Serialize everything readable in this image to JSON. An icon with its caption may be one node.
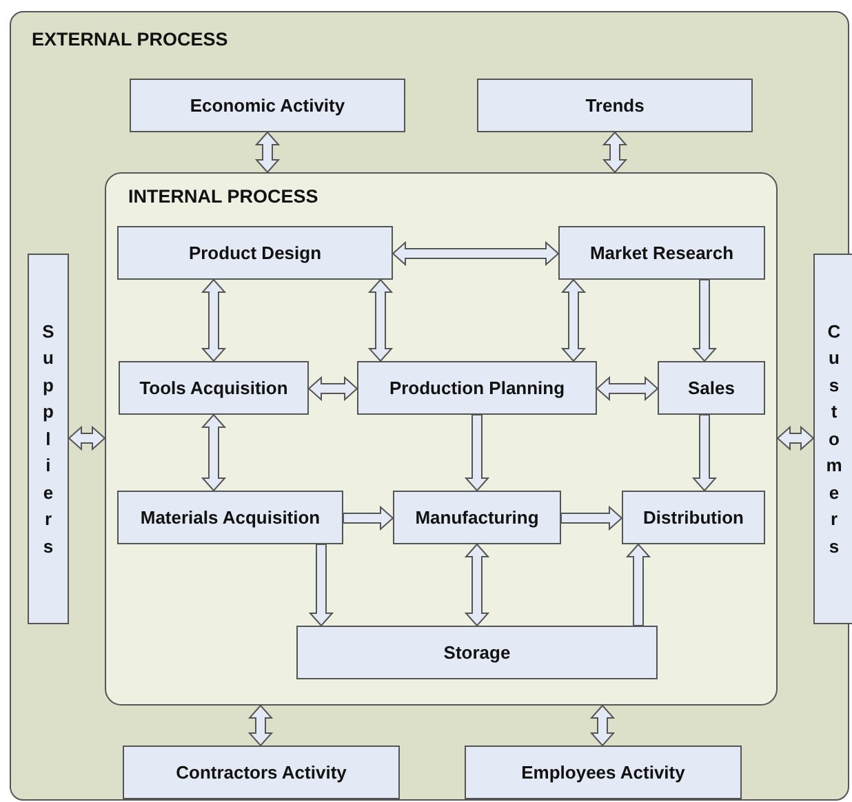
{
  "diagram": {
    "nodes": [
      {
        "text": [
          "EXTERNAL PROCESS"
        ]
      },
      {
        "text": [
          "Economic Activity"
        ],
        "in": 0
      },
      {
        "text": [
          "Trends"
        ],
        "in": 0
      },
      {
        "text": [
          "INTERNAL PROCESS"
        ],
        "in": 0
      },
      {
        "text": [
          "Product Design"
        ],
        "in": 3
      },
      {
        "text": [
          "Market Research"
        ],
        "in": 3
      },
      {
        "text": [
          "Suppliers"
        ],
        "in": 0
      },
      {
        "text": [
          "Tools Acquisition"
        ],
        "in": 3
      },
      {
        "text": [
          "Production Planning"
        ],
        "in": 3
      },
      {
        "text": [
          "Sales"
        ],
        "in": 3
      },
      {
        "text": [
          "Customers"
        ],
        "in": 0
      },
      {
        "text": [
          "Materials Acquisition"
        ],
        "in": 3
      },
      {
        "text": [
          "Manufacturing"
        ],
        "in": 3
      },
      {
        "text": [
          "Distribution"
        ],
        "in": 3
      },
      {
        "text": [
          "Storage"
        ],
        "in": 3
      },
      {
        "text": [
          "Contractors Activity"
        ],
        "in": 0
      },
      {
        "text": [
          "Employees Activity"
        ],
        "in": 0
      }
    ],
    "edges": [
      {
        "from": 1,
        "to": 3,
        "arrow": "both"
      },
      {
        "from": 2,
        "to": 3,
        "arrow": "both"
      },
      {
        "from": 4,
        "to": 5,
        "arrow": "both"
      },
      {
        "from": 4,
        "to": 7,
        "arrow": "both"
      },
      {
        "from": 4,
        "to": 8,
        "arrow": "both"
      },
      {
        "from": 5,
        "to": 8,
        "arrow": "both"
      },
      {
        "from": 5,
        "to": 9,
        "arrow": "to"
      },
      {
        "from": 6,
        "to": 3,
        "arrow": "both"
      },
      {
        "from": 7,
        "to": 8,
        "arrow": "both"
      },
      {
        "from": 8,
        "to": 9,
        "arrow": "both"
      },
      {
        "from": 10,
        "to": 3,
        "arrow": "both"
      },
      {
        "from": 7,
        "to": 11,
        "arrow": "both"
      },
      {
        "from": 8,
        "to": 12,
        "arrow": "to"
      },
      {
        "from": 9,
        "to": 13,
        "arrow": "to"
      },
      {
        "from": 11,
        "to": 12,
        "arrow": "to"
      },
      {
        "from": 12,
        "to": 13,
        "arrow": "to"
      },
      {
        "from": 11,
        "to": 14,
        "arrow": "to"
      },
      {
        "from": 12,
        "to": 14,
        "arrow": "both"
      },
      {
        "from": 14,
        "to": 13,
        "arrow": "to"
      },
      {
        "from": 3,
        "to": 15,
        "arrow": "both"
      },
      {
        "from": 3,
        "to": 16,
        "arrow": "both"
      }
    ]
  }
}
